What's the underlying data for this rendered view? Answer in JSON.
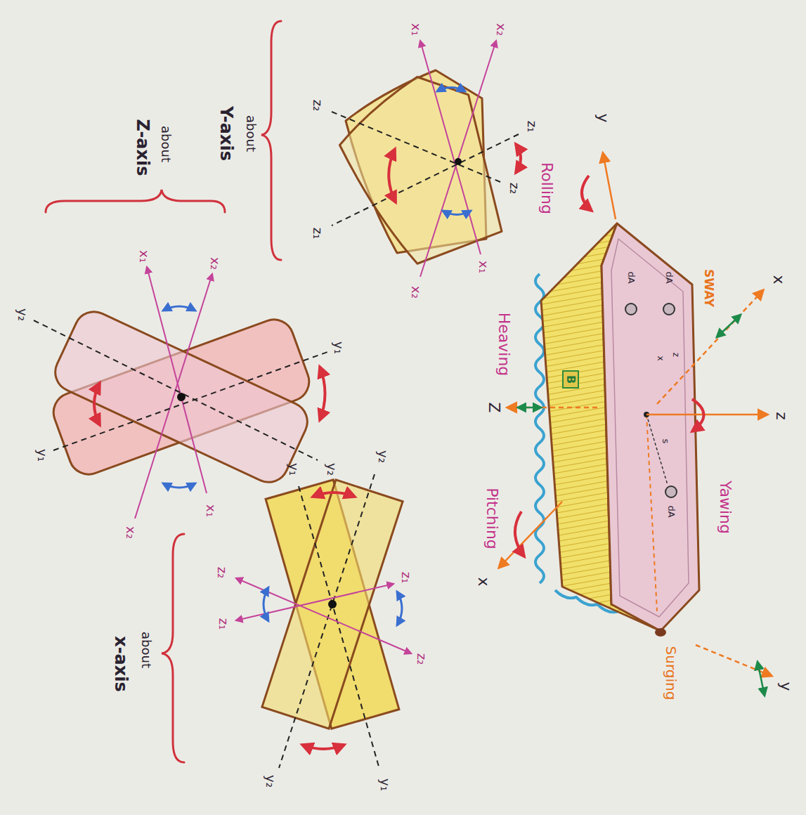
{
  "diagram": {
    "labels": [
      "y",
      "Rolling",
      "SWAY",
      "x",
      "z",
      "Yawing",
      "dA",
      "dA",
      "z",
      "x",
      "s",
      "dA",
      "B",
      "Heaving",
      "Z",
      "Pitching",
      "x",
      "Surging",
      "y",
      "x₁",
      "x₂",
      "z₂",
      "z₁",
      "z₂",
      "z₁",
      "x₁",
      "x₂",
      "about",
      "Y-axis",
      "about",
      "Z-axis",
      "x₁",
      "x₂",
      "y₁",
      "y₂",
      "y₂",
      "y₁",
      "x₂",
      "x₁",
      "y₂",
      "y₁",
      "z₁",
      "z₂",
      "z₂",
      "z₁",
      "y₂",
      "y₁",
      "about",
      "x-axis"
    ]
  }
}
